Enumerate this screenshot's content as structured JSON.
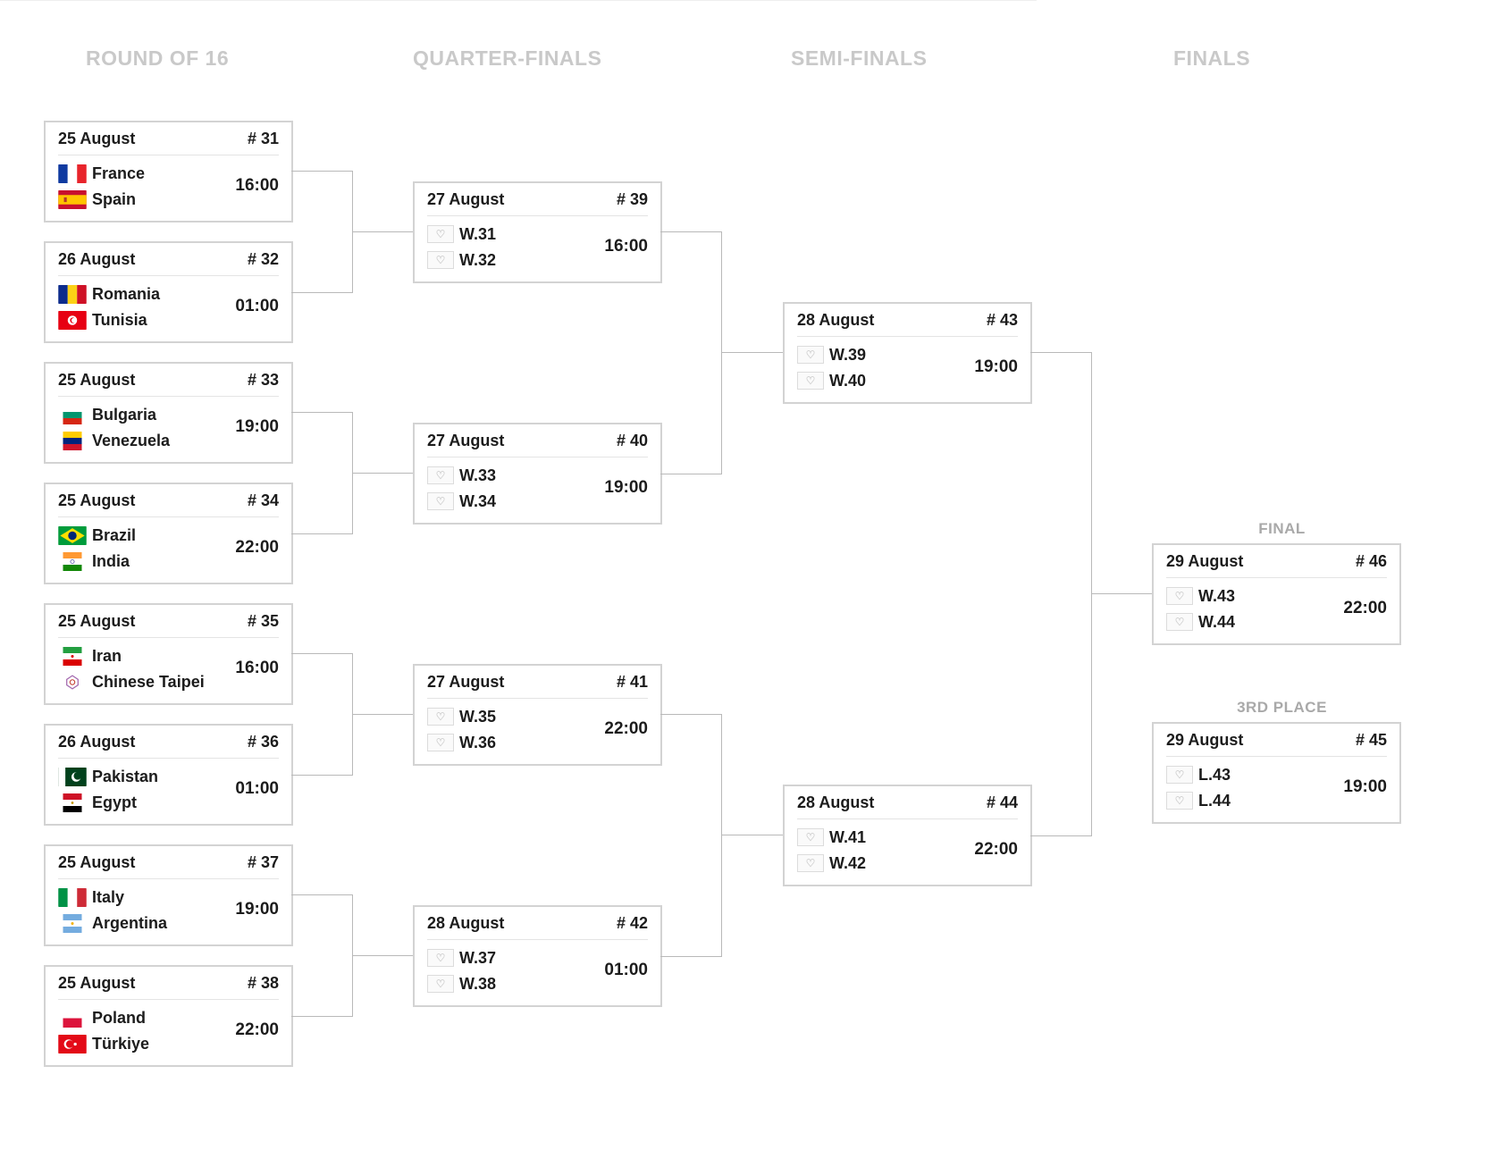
{
  "rounds": {
    "r16": "ROUND OF 16",
    "qf": "QUARTER-FINALS",
    "sf": "SEMI-FINALS",
    "finals": "FINALS"
  },
  "labels": {
    "final": "FINAL",
    "third": "3RD PLACE"
  },
  "r16": [
    {
      "date": "25 August",
      "num": "# 31",
      "time": "16:00",
      "team1": "France",
      "team2": "Spain"
    },
    {
      "date": "26 August",
      "num": "# 32",
      "time": "01:00",
      "team1": "Romania",
      "team2": "Tunisia"
    },
    {
      "date": "25 August",
      "num": "# 33",
      "time": "19:00",
      "team1": "Bulgaria",
      "team2": "Venezuela"
    },
    {
      "date": "25 August",
      "num": "# 34",
      "time": "22:00",
      "team1": "Brazil",
      "team2": "India"
    },
    {
      "date": "25 August",
      "num": "# 35",
      "time": "16:00",
      "team1": "Iran",
      "team2": "Chinese Taipei"
    },
    {
      "date": "26 August",
      "num": "# 36",
      "time": "01:00",
      "team1": "Pakistan",
      "team2": "Egypt"
    },
    {
      "date": "25 August",
      "num": "# 37",
      "time": "19:00",
      "team1": "Italy",
      "team2": "Argentina"
    },
    {
      "date": "25 August",
      "num": "# 38",
      "time": "22:00",
      "team1": "Poland",
      "team2": "Türkiye"
    }
  ],
  "qf": [
    {
      "date": "27 August",
      "num": "# 39",
      "time": "16:00",
      "team1": "W.31",
      "team2": "W.32"
    },
    {
      "date": "27 August",
      "num": "# 40",
      "time": "19:00",
      "team1": "W.33",
      "team2": "W.34"
    },
    {
      "date": "27 August",
      "num": "# 41",
      "time": "22:00",
      "team1": "W.35",
      "team2": "W.36"
    },
    {
      "date": "28 August",
      "num": "# 42",
      "time": "01:00",
      "team1": "W.37",
      "team2": "W.38"
    }
  ],
  "sf": [
    {
      "date": "28 August",
      "num": "# 43",
      "time": "19:00",
      "team1": "W.39",
      "team2": "W.40"
    },
    {
      "date": "28 August",
      "num": "# 44",
      "time": "22:00",
      "team1": "W.41",
      "team2": "W.42"
    }
  ],
  "final": {
    "date": "29 August",
    "num": "# 46",
    "time": "22:00",
    "team1": "W.43",
    "team2": "W.44"
  },
  "third": {
    "date": "29 August",
    "num": "# 45",
    "time": "19:00",
    "team1": "L.43",
    "team2": "L.44"
  },
  "icons": {
    "placeholder": "volleyball-shield-icon"
  },
  "colors": {
    "border": "#d3d3d3",
    "connector": "#b9b9b9",
    "header": "#c9c9c9"
  }
}
